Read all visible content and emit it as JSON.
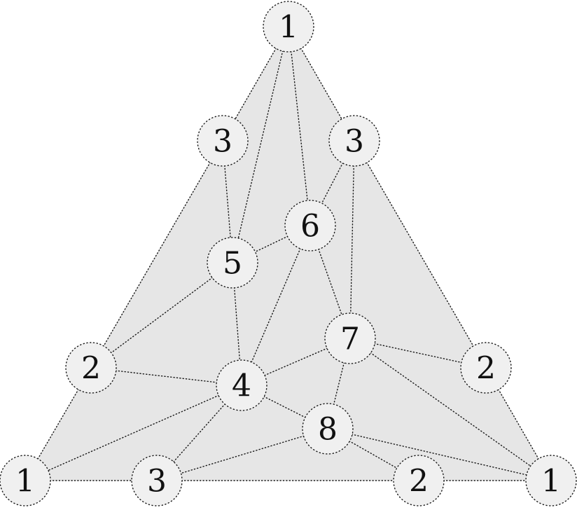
{
  "nodes": [
    {
      "id": "a",
      "label": "1"
    },
    {
      "id": "b",
      "label": "3"
    },
    {
      "id": "c",
      "label": "3"
    },
    {
      "id": "d",
      "label": "6"
    },
    {
      "id": "e",
      "label": "5"
    },
    {
      "id": "f",
      "label": "7"
    },
    {
      "id": "g",
      "label": "2"
    },
    {
      "id": "h",
      "label": "2"
    },
    {
      "id": "i",
      "label": "4"
    },
    {
      "id": "j",
      "label": "8"
    },
    {
      "id": "k",
      "label": "1"
    },
    {
      "id": "l",
      "label": "3"
    },
    {
      "id": "m",
      "label": "2"
    },
    {
      "id": "n",
      "label": "1"
    }
  ],
  "edges": [
    [
      "a",
      "b"
    ],
    [
      "a",
      "c"
    ],
    [
      "a",
      "e"
    ],
    [
      "a",
      "d"
    ],
    [
      "b",
      "e"
    ],
    [
      "b",
      "g"
    ],
    [
      "c",
      "d"
    ],
    [
      "c",
      "f"
    ],
    [
      "c",
      "h"
    ],
    [
      "d",
      "e"
    ],
    [
      "d",
      "f"
    ],
    [
      "d",
      "i"
    ],
    [
      "e",
      "i"
    ],
    [
      "e",
      "g"
    ],
    [
      "f",
      "i"
    ],
    [
      "f",
      "j"
    ],
    [
      "f",
      "h"
    ],
    [
      "f",
      "n"
    ],
    [
      "g",
      "i"
    ],
    [
      "g",
      "k"
    ],
    [
      "h",
      "n"
    ],
    [
      "i",
      "j"
    ],
    [
      "i",
      "k"
    ],
    [
      "i",
      "l"
    ],
    [
      "j",
      "l"
    ],
    [
      "j",
      "m"
    ],
    [
      "j",
      "n"
    ],
    [
      "k",
      "l"
    ],
    [
      "l",
      "m"
    ],
    [
      "m",
      "n"
    ]
  ],
  "colors": {
    "region_fill": "#e6e6e6",
    "node_fill": "#f0f0f0",
    "stroke": "#1a1a1a"
  }
}
